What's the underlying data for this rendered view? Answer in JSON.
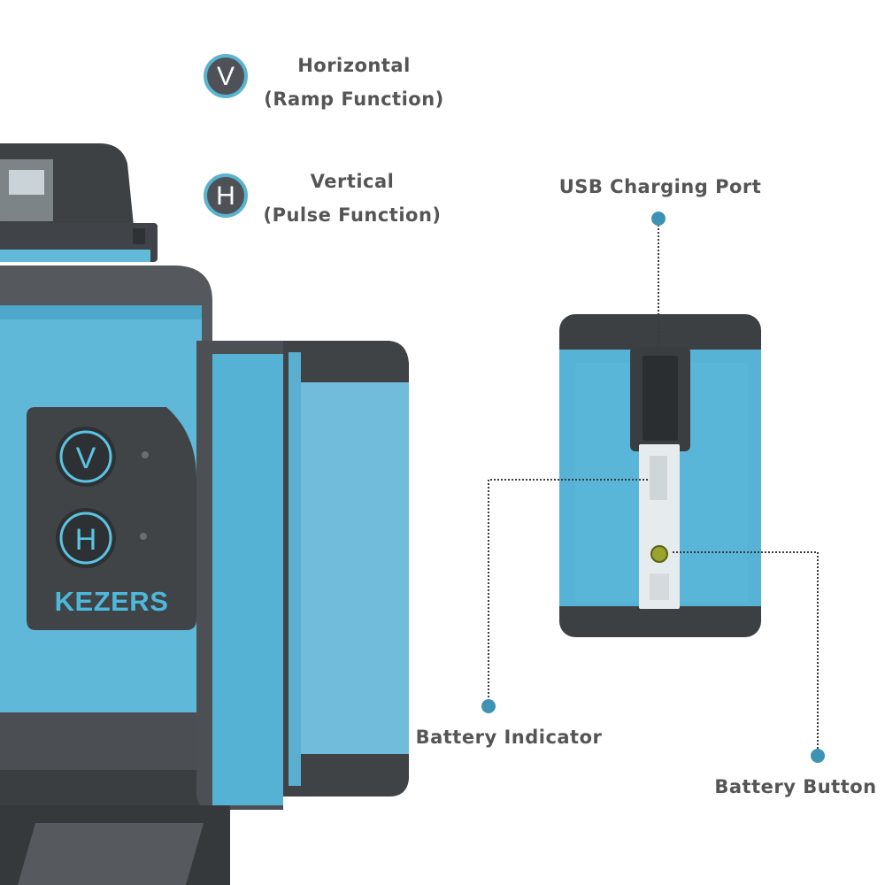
{
  "legend": {
    "horizontal": {
      "icon": "V",
      "title": "Horizontal",
      "subtitle": "(Ramp Function)"
    },
    "vertical": {
      "icon": "H",
      "title": "Vertical",
      "subtitle": "(Pulse Function)"
    }
  },
  "device": {
    "brand": "KEZERS",
    "button_v": "V",
    "button_h": "H"
  },
  "callouts": {
    "usb_port": "USB Charging Port",
    "battery_indicator": "Battery Indicator",
    "battery_button": "Battery Button"
  },
  "colors": {
    "accent_blue": "#5ab4cf",
    "dark_gray": "#4e5256",
    "label_gray": "#555555"
  }
}
